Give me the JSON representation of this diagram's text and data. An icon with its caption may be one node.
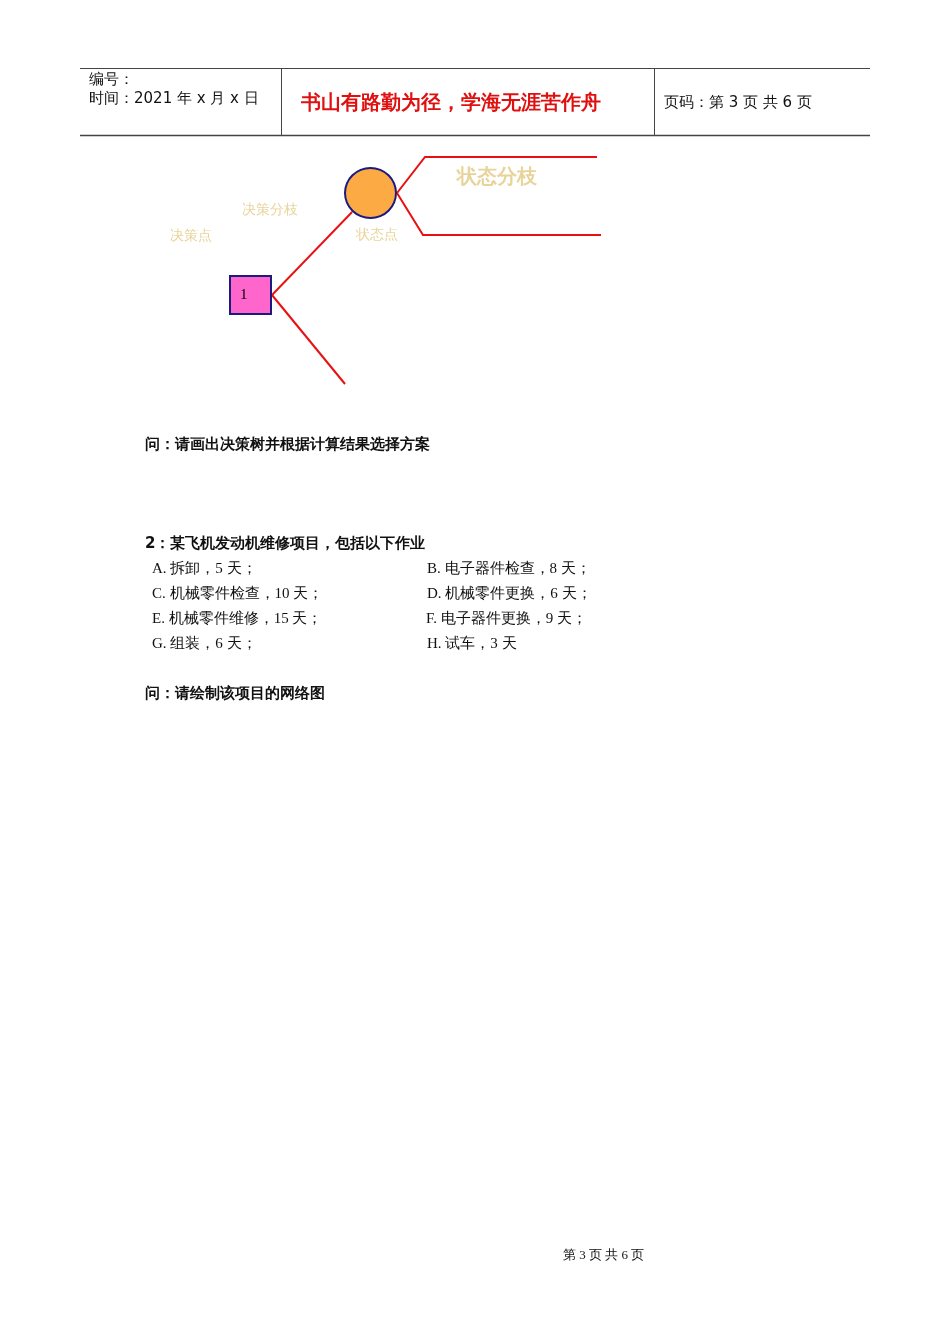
{
  "diagram": {
    "nodes": [
      {
        "text": [
          "1"
        ]
      },
      {
        "text": [],
        "shape": "circle"
      }
    ],
    "edges": [
      {
        "from": 0,
        "to": 1,
        "arrow": "none"
      },
      {
        "from": 0,
        "to": null,
        "arrow": "none"
      },
      {
        "from": 1,
        "to": null,
        "arrow": "none"
      },
      {
        "from": 1,
        "to": null,
        "arrow": "none"
      }
    ],
    "labels": [
      "编号：",
      "时间：2021 年 x 月 x 日",
      "书山有路勤为径，学海无涯苦作舟",
      "页码：第 3 页 共 6 页",
      "状态分枝",
      "决策分枝",
      "决策点",
      "状态点",
      "问：请画出决策树并根据计算结果选择方案",
      "2：某飞机发动机维修项目，包括以下作业",
      "A. 拆卸，5 天；",
      "B. 电子器件检查，8 天；",
      "C. 机械零件检查，10 天；",
      "D. 机械零件更换，6 天；",
      "E. 机械零件维修，15 天；",
      "F. 电子器件更换，9 天；",
      "G. 组装，6 天；",
      "H. 试车，3 天",
      "问：请绘制该项目的网络图",
      "第 3 页 共 6 页"
    ]
  }
}
